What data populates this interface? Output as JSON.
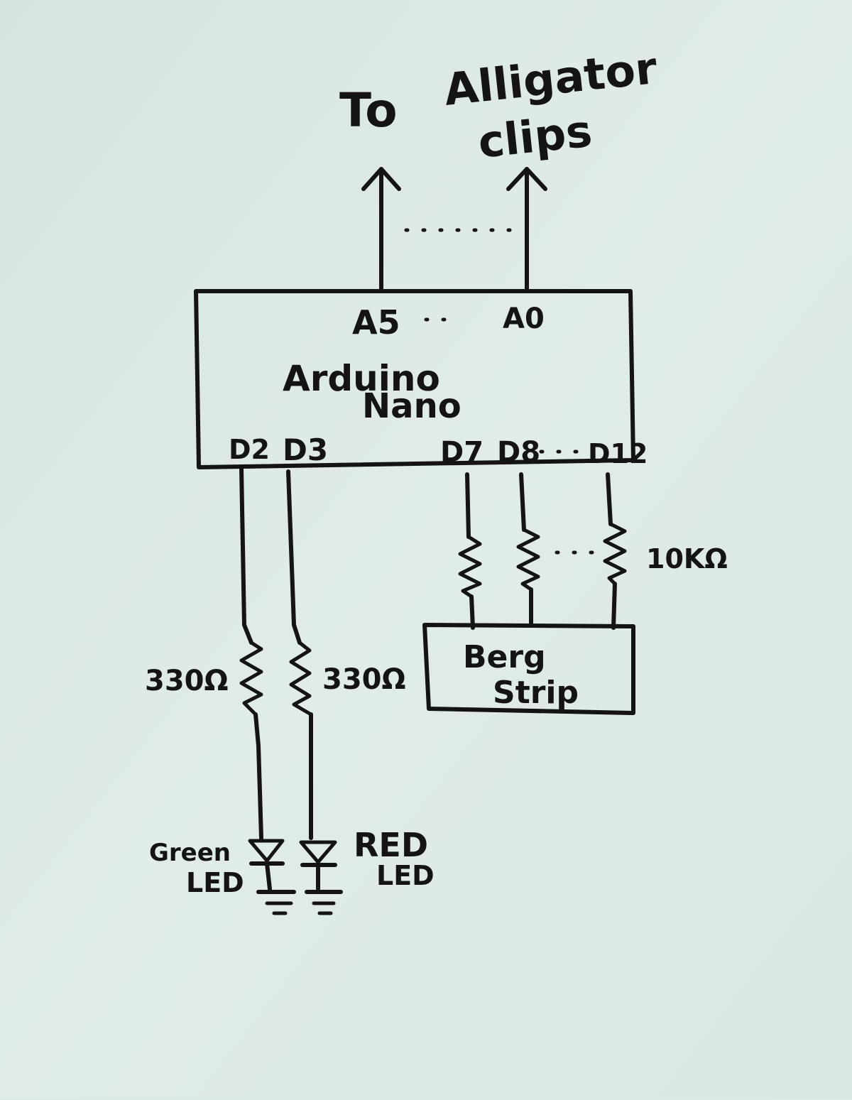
{
  "heading": {
    "line1": "To",
    "line2": "Alligator",
    "line3": "clips"
  },
  "board": {
    "name_line1": "Arduino",
    "name_line2": "Nano",
    "pins": {
      "a5": "A5",
      "a0": "A0",
      "d2": "D2",
      "d3": "D3",
      "d7": "D7",
      "d8": "D8",
      "d12": "D12"
    }
  },
  "resistors": {
    "left": "330Ω",
    "right": "330Ω",
    "pullup": "10KΩ"
  },
  "berg": {
    "line1": "Berg",
    "line2": "Strip"
  },
  "leds": {
    "green_line1": "Green",
    "green_line2": "LED",
    "red_line1": "RED",
    "red_line2": "LED"
  },
  "colors": {
    "paper": "#dde9e7",
    "ink": "#141414"
  }
}
